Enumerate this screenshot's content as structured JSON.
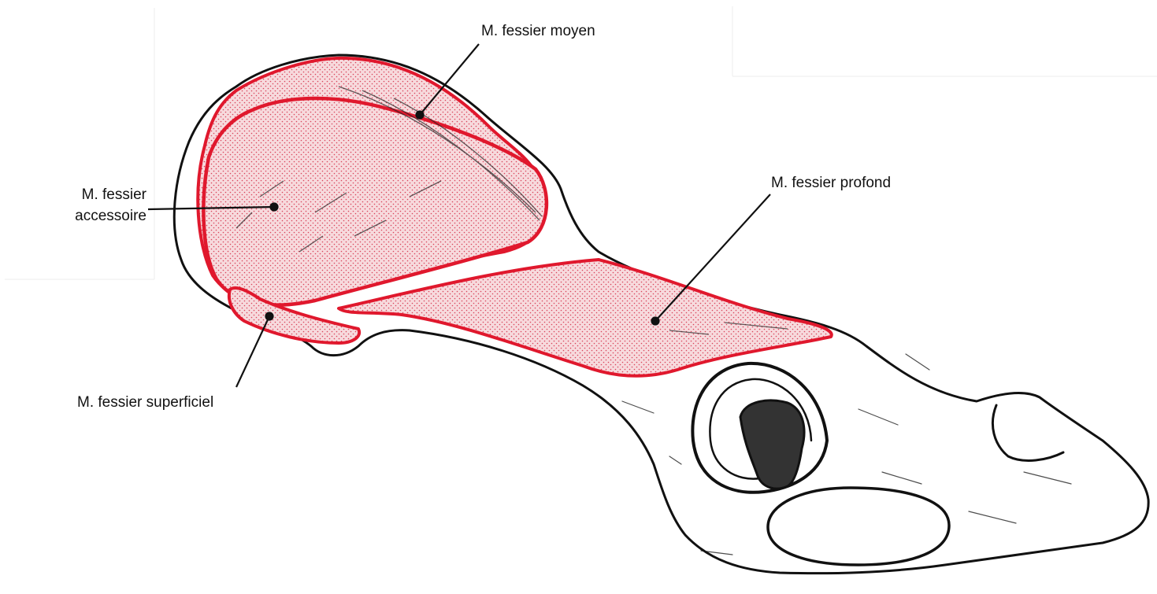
{
  "labels": {
    "moyen": "M. fessier moyen",
    "accessoire_line1": "M. fessier",
    "accessoire_line2": "accessoire",
    "profond": "M. fessier profond",
    "superficiel": "M. fessier superficiel"
  },
  "colors": {
    "muscle_outline": "#e0182d",
    "muscle_fill": "#f6d3d8",
    "bone_line": "#111111",
    "background": "#ffffff"
  }
}
